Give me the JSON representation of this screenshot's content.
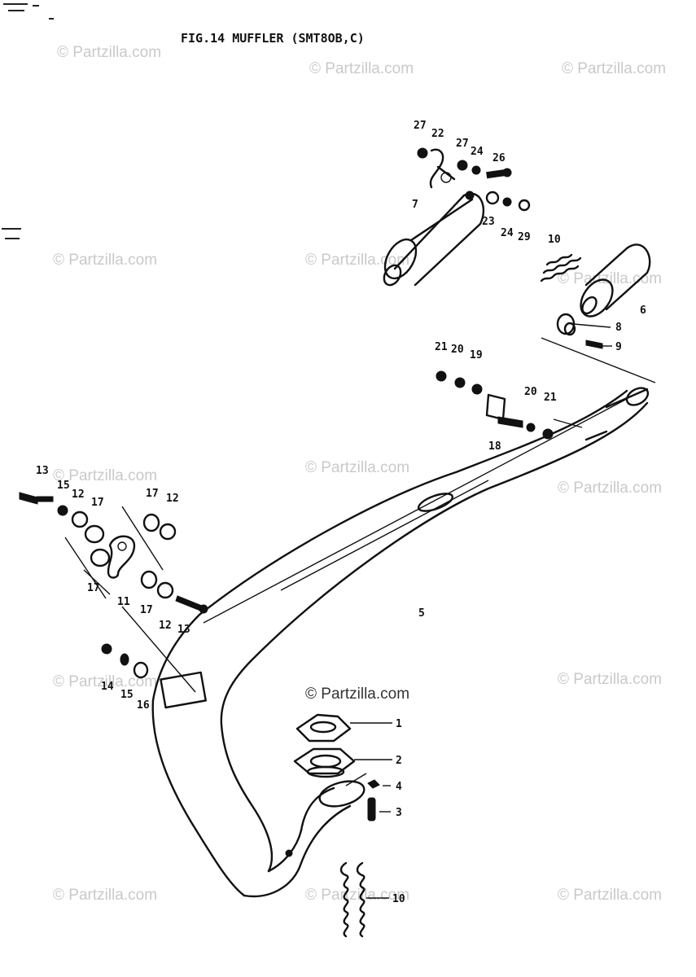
{
  "figure": {
    "title": "FIG.14  MUFFLER (SMT8OB,C)"
  },
  "watermarks": {
    "main": "© Partzilla.com",
    "small": "© Partzilla.com"
  },
  "callouts": [
    {
      "id": "c1",
      "label": "1"
    },
    {
      "id": "c2",
      "label": "2"
    },
    {
      "id": "c3",
      "label": "3"
    },
    {
      "id": "c4",
      "label": "4"
    },
    {
      "id": "c5",
      "label": "5"
    },
    {
      "id": "c6",
      "label": "6"
    },
    {
      "id": "c7",
      "label": "7"
    },
    {
      "id": "c8",
      "label": "8"
    },
    {
      "id": "c9",
      "label": "9"
    },
    {
      "id": "c10a",
      "label": "10"
    },
    {
      "id": "c10b",
      "label": "10"
    },
    {
      "id": "c11",
      "label": "11"
    },
    {
      "id": "c12a",
      "label": "12"
    },
    {
      "id": "c12b",
      "label": "12"
    },
    {
      "id": "c12c",
      "label": "12"
    },
    {
      "id": "c13a",
      "label": "13"
    },
    {
      "id": "c13b",
      "label": "13"
    },
    {
      "id": "c14",
      "label": "14"
    },
    {
      "id": "c15a",
      "label": "15"
    },
    {
      "id": "c15b",
      "label": "15"
    },
    {
      "id": "c16",
      "label": "16"
    },
    {
      "id": "c17a",
      "label": "17"
    },
    {
      "id": "c17b",
      "label": "17"
    },
    {
      "id": "c17c",
      "label": "17"
    },
    {
      "id": "c17d",
      "label": "17"
    },
    {
      "id": "c18",
      "label": "18"
    },
    {
      "id": "c19",
      "label": "19"
    },
    {
      "id": "c20a",
      "label": "20"
    },
    {
      "id": "c20b",
      "label": "20"
    },
    {
      "id": "c21a",
      "label": "21"
    },
    {
      "id": "c21b",
      "label": "21"
    },
    {
      "id": "c22",
      "label": "22"
    },
    {
      "id": "c23",
      "label": "23"
    },
    {
      "id": "c24a",
      "label": "24"
    },
    {
      "id": "c24b",
      "label": "24"
    },
    {
      "id": "c26",
      "label": "26"
    },
    {
      "id": "c27a",
      "label": "27"
    },
    {
      "id": "c27b",
      "label": "27"
    },
    {
      "id": "c29",
      "label": "29"
    }
  ]
}
